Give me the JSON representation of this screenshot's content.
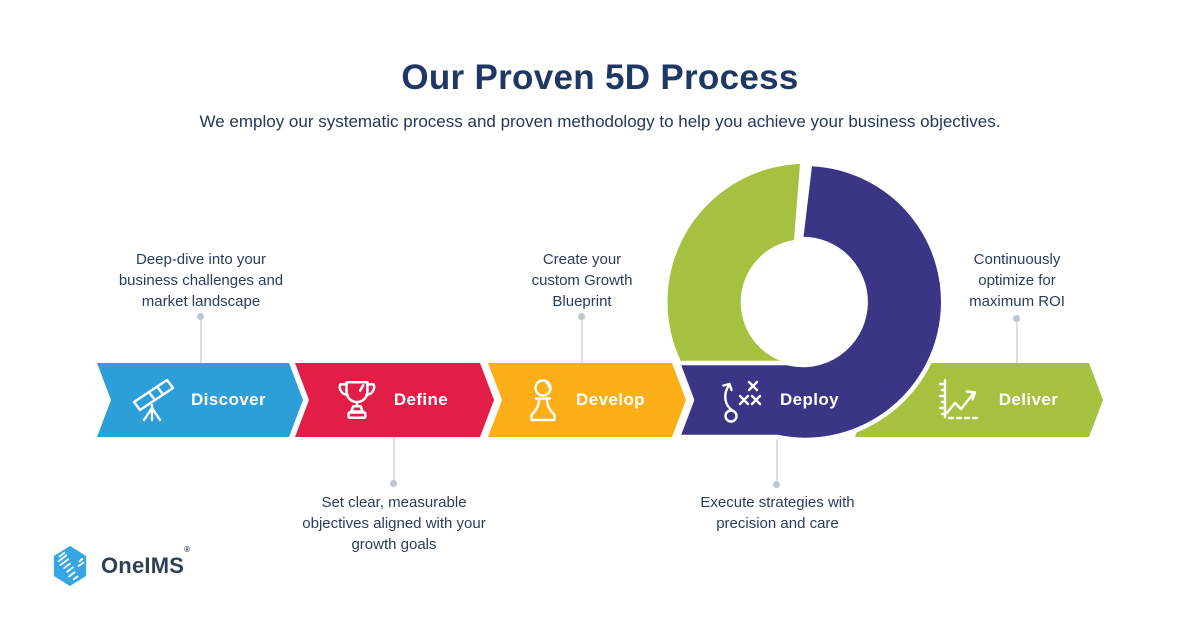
{
  "header": {
    "title": "Our Proven 5D Process",
    "subtitle": "We employ our systematic process and proven methodology to help you achieve your business objectives."
  },
  "steps": [
    {
      "label": "Discover",
      "color": "#2C9FD9",
      "icon": "telescope-icon",
      "description": "Deep-dive into your business challenges and market landscape",
      "description_position": "above"
    },
    {
      "label": "Define",
      "color": "#E31E46",
      "icon": "trophy-icon",
      "description": "Set clear, measurable objectives aligned with your growth goals",
      "description_position": "below"
    },
    {
      "label": "Develop",
      "color": "#FBAE17",
      "icon": "chess-pawn-icon",
      "description": "Create your custom Growth Blueprint",
      "description_position": "above"
    },
    {
      "label": "Deploy",
      "color": "#3A3585",
      "icon": "strategy-icon",
      "description": "Execute strategies with precision and care",
      "description_position": "below"
    },
    {
      "label": "Deliver",
      "color": "#A6C13F",
      "icon": "growth-chart-icon",
      "description": "Continuously optimize for maximum ROI",
      "description_position": "above"
    }
  ],
  "loop": {
    "left_color": "#A6C13F",
    "right_color": "#3A3585"
  },
  "logo": {
    "text": "OneIMS",
    "registered_mark": "®",
    "hexagon_color": "#36A5E4"
  },
  "colors": {
    "title_text": "#1F3765",
    "body_text": "#2A3C5E",
    "step_label_text": "#FFFFFF",
    "connector_line": "#D9DFE4",
    "connector_dot": "#BCC6CD",
    "background": "#FFFFFF"
  }
}
